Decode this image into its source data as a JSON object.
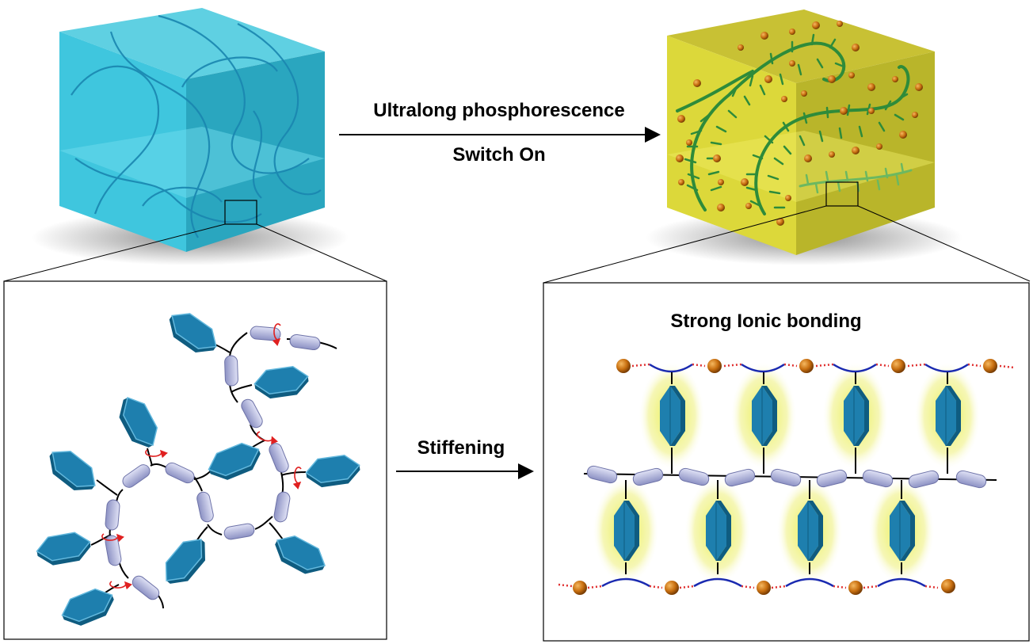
{
  "labels": {
    "top_arrow_line1": "Ultralong phosphorescence",
    "top_arrow_line2": "Switch On",
    "middle_arrow": "Stiffening",
    "right_panel_title": "Strong Ionic bonding"
  },
  "colors": {
    "cube_left_front": "#3fc6de",
    "cube_left_top": "#5fd0e2",
    "cube_left_side": "#2aa6bf",
    "cube_right_front": "#dcd83a",
    "cube_right_top": "#c8c134",
    "cube_right_side": "#b9b52a",
    "polymer_chain_blue": "#1a86b0",
    "polymer_chain_green": "#2e8b3a",
    "ion_orange": "#c86f10",
    "phenyl_ring": "#1e7fae",
    "chain_unit": "#a8acd8",
    "rotation_arrow": "#e02020",
    "glow": "#eef07a",
    "ionic_bond_dotted": "#e03030",
    "ionic_link_blue": "#1a2ab0"
  },
  "icons": {
    "rotation": "rotation-arrow-icon",
    "ion": "ion-sphere-icon",
    "phenyl": "phenyl-ring-icon"
  }
}
